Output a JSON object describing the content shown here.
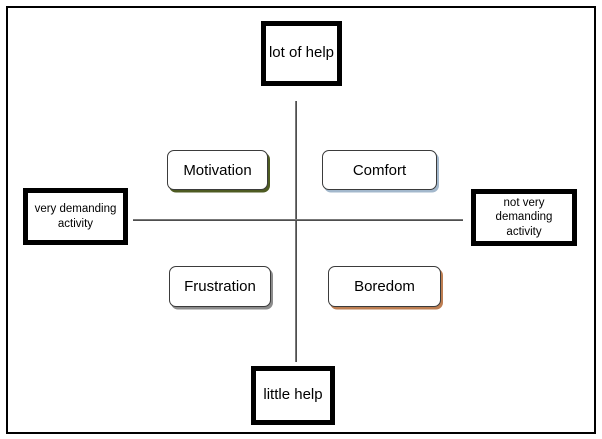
{
  "diagram": {
    "background_color": "#ffffff",
    "frame_color": "#000000",
    "axis_line_color": "#4d4d4d",
    "axes": {
      "top_label": "lot of help",
      "bottom_label": "little help",
      "left_label": "very demanding\nactivity",
      "right_label": "not very demanding\nactivity"
    },
    "quadrants": [
      {
        "label": "Motivation",
        "position": "top-left",
        "shadow_color": "#4e5b22"
      },
      {
        "label": "Comfort",
        "position": "top-right",
        "shadow_color": "#a3b8cc"
      },
      {
        "label": "Frustration",
        "position": "bottom-left",
        "shadow_color": "#8c8c8c"
      },
      {
        "label": "Boredom",
        "position": "bottom-right",
        "shadow_color": "#bd7e52"
      }
    ]
  }
}
